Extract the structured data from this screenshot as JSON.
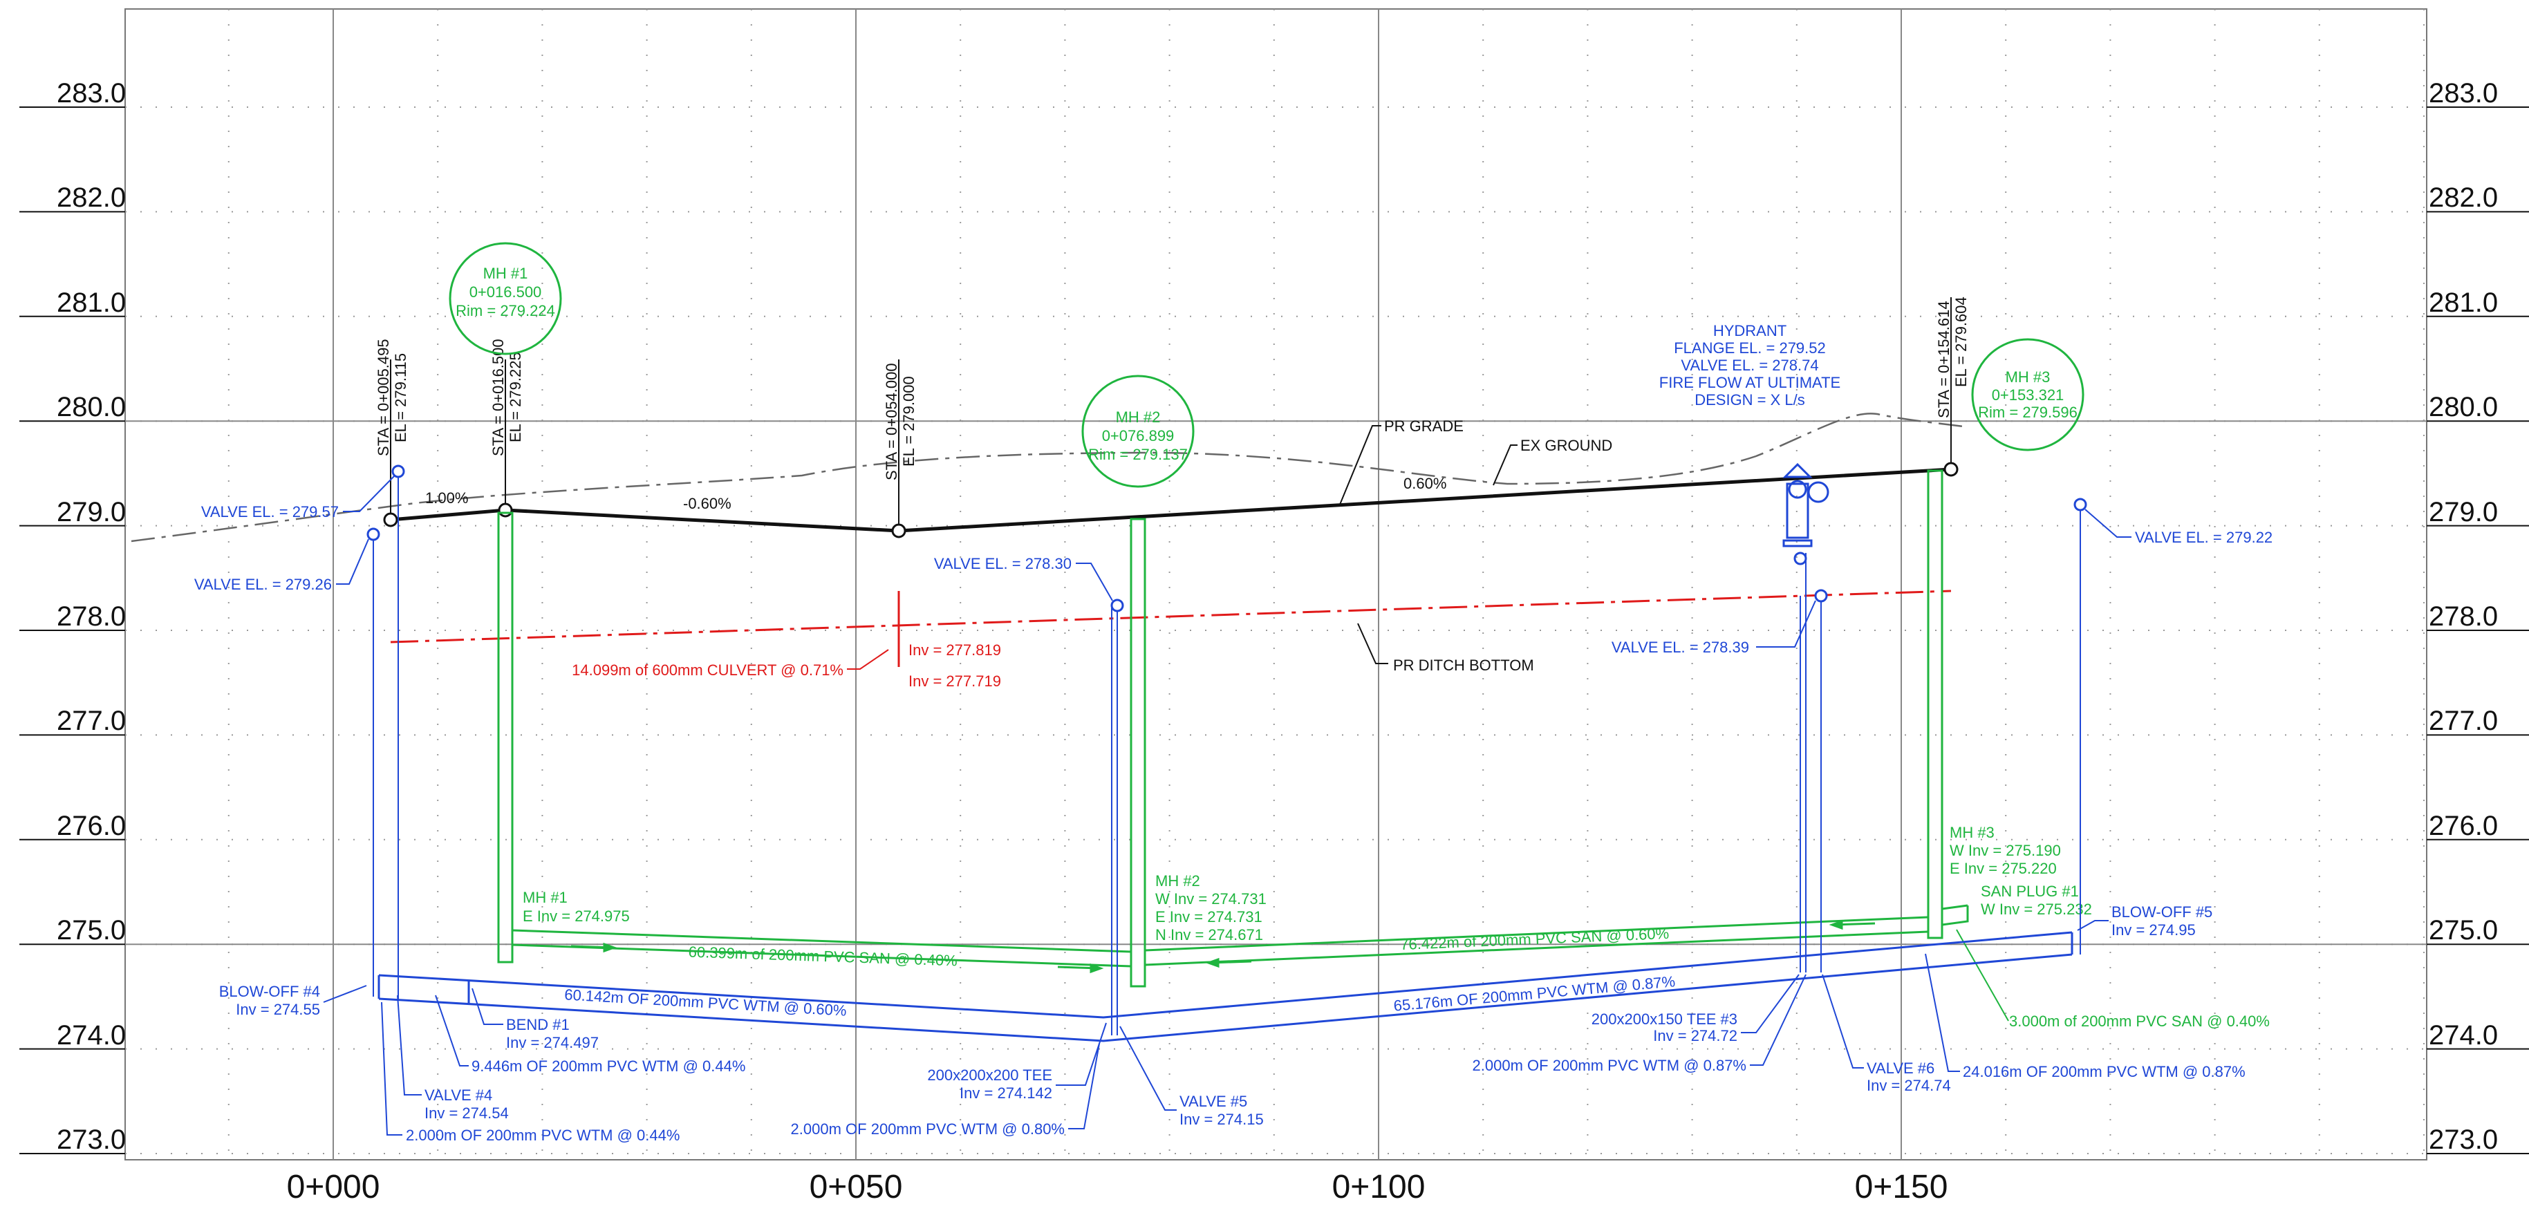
{
  "elevations": [
    "283.0",
    "282.0",
    "281.0",
    "280.0",
    "279.0",
    "278.0",
    "277.0",
    "276.0",
    "275.0",
    "274.0",
    "273.0"
  ],
  "stations": [
    "0+000",
    "0+050",
    "0+100",
    "0+150"
  ],
  "profile": {
    "pr_grade": "PR GRADE",
    "ex_ground": "EX GROUND",
    "pr_ditch": "PR DITCH BOTTOM",
    "grade_1": "1.00%",
    "grade_2": "-0.60%",
    "grade_3": "0.60%"
  },
  "sta_labels": {
    "s1a": "STA = 0+005.495",
    "s1b": "EL = 279.115",
    "s2a": "STA = 0+016.500",
    "s2b": "EL = 279.225",
    "s3a": "STA = 0+054.000",
    "s3b": "EL = 279.000",
    "s4a": "STA = 0+154.614",
    "s4b": "EL = 279.604"
  },
  "manholes": {
    "mh1": [
      "MH #1",
      "0+016.500",
      "Rim = 279.224"
    ],
    "mh2": [
      "MH #2",
      "0+076.899",
      "Rim = 279.137"
    ],
    "mh3": [
      "MH #3",
      "0+153.321",
      "Rim = 279.596"
    ]
  },
  "hydrant": [
    "HYDRANT",
    "FLANGE EL. = 279.52",
    "VALVE EL. = 278.74",
    "FIRE FLOW AT ULTIMATE",
    "DESIGN = X L/s"
  ],
  "culvert": {
    "label": "14.099m of 600mm CULVERT @ 0.71%",
    "inv1": "Inv = 277.819",
    "inv2": "Inv = 277.719"
  },
  "valve_els": {
    "v1": "VALVE EL. = 279.57",
    "v2": "VALVE EL. = 279.26",
    "v3": "VALVE EL. = 278.30",
    "v4": "VALVE EL. = 278.39",
    "v5": "VALVE EL. = 279.22"
  },
  "san": {
    "mh1_inv": [
      "MH #1",
      "E Inv = 274.975"
    ],
    "mh2_inv": [
      "MH #2",
      "W Inv = 274.731",
      "E Inv = 274.731",
      "N Inv = 274.671"
    ],
    "mh3_inv": [
      "MH #3",
      "W Inv = 275.190",
      "E Inv = 275.220"
    ],
    "plug": [
      "SAN PLUG #1",
      "W Inv = 275.232"
    ],
    "pipe1": "60.399m of 200mm PVC SAN @ 0.40%",
    "pipe2": "76.422m of 200mm PVC SAN @ 0.60%",
    "pipe3": "3.000m of 200mm PVC SAN @ 0.40%"
  },
  "wtm": {
    "blowoff4": [
      "BLOW-OFF #4",
      "Inv = 274.55"
    ],
    "bend1": [
      "BEND #1",
      "Inv = 274.497"
    ],
    "pipe1": "60.142m OF 200mm PVC WTM @ 0.60%",
    "pipe2": "65.176m OF 200mm PVC WTM @ 0.87%",
    "pipe3": "9.446m OF 200mm PVC WTM @ 0.44%",
    "valve4": [
      "VALVE #4",
      "Inv = 274.54"
    ],
    "pipe4": "2.000m OF 200mm PVC WTM @ 0.44%",
    "tee1": [
      "200x200x200 TEE",
      "Inv = 274.142"
    ],
    "pipe5": "2.000m OF 200mm PVC WTM @ 0.80%",
    "valve5": [
      "VALVE #5",
      "Inv = 274.15"
    ],
    "tee3": [
      "200x200x150 TEE #3",
      "Inv = 274.72"
    ],
    "pipe6": "2.000m OF 200mm PVC WTM @ 0.87%",
    "valve6": [
      "VALVE #6",
      "Inv = 274.74"
    ],
    "pipe7": "24.016m OF 200mm PVC WTM @ 0.87%",
    "blowoff5": [
      "BLOW-OFF #5",
      "Inv = 274.95"
    ]
  },
  "colors": {
    "sanitary": "#1fb53f",
    "watermain": "#1f47d6",
    "culvert": "#e01a1a",
    "grade": "#111111"
  }
}
